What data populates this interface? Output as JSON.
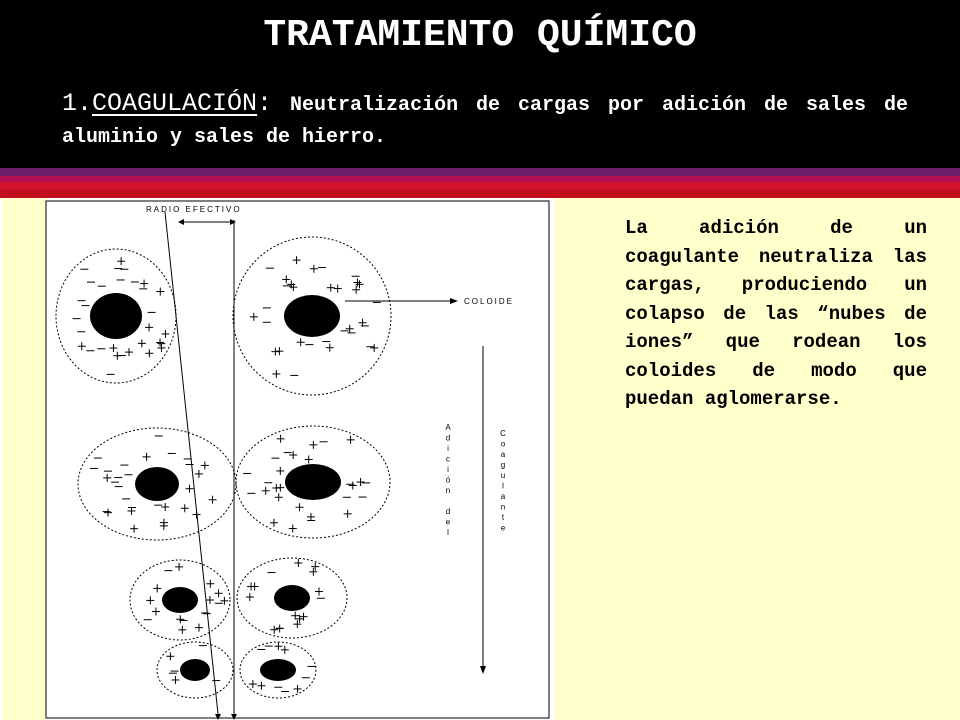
{
  "slide": {
    "title": "TRATAMIENTO QUÍMICO",
    "subtitle_number": "1.",
    "subtitle_head": "COAGULACIÓN",
    "subtitle_colon": ":",
    "subtitle_rest": " Neutralización de cargas por adición de sales de aluminio y sales de hierro.",
    "colors": {
      "header_bg": "#000000",
      "body_bg": "#ffffcc",
      "stripes": [
        "#6b1f6b",
        "#b01053",
        "#d1132c",
        "#c10f1e"
      ]
    }
  },
  "figure": {
    "label_radius": "RADIO EFECTIVO",
    "label_colloid": "COLOIDE",
    "label_addition": "Adición del",
    "label_coagulant": "Coagulante"
  },
  "explanation": {
    "text": "La adición de un coagulante neutraliza las cargas, produciendo un colapso de las “nubes de iones” que rodean los coloides de modo que puedan aglomerarse."
  }
}
